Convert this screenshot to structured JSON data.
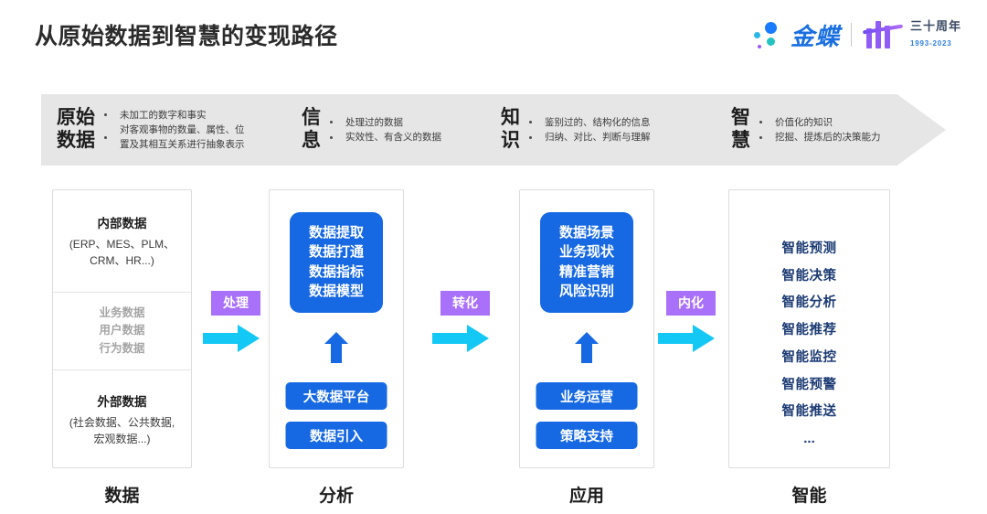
{
  "header": {
    "title": "从原始数据到智慧的变现路径",
    "logo": {
      "brand": "金蝶",
      "anniversary": "三十周年",
      "years": "1993-2023"
    }
  },
  "banner": {
    "stages": [
      {
        "name": "原始\n数据",
        "bullets": [
          "未加工的数字和事实",
          "对客观事物的数量、属性、位\n置及其相互关系进行抽象表示"
        ]
      },
      {
        "name": "信\n息",
        "bullets": [
          "处理过的数据",
          "实效性、有含义的数据"
        ]
      },
      {
        "name": "知\n识",
        "bullets": [
          "鉴别过的、结构化的信息",
          "归纳、对比、判断与理解"
        ]
      },
      {
        "name": "智\n慧",
        "bullets": [
          "价值化的知识",
          "挖掘、提炼后的决策能力"
        ]
      }
    ]
  },
  "columns": [
    {
      "label": "数据",
      "sections": {
        "internal_title": "内部数据",
        "internal_sub": "(ERP、MES、PLM、\nCRM、HR...)",
        "middle_items": [
          "业务数据",
          "用户数据",
          "行为数据"
        ],
        "external_title": "外部数据",
        "external_sub": "(社会数据、公共数据,\n宏观数据...)"
      }
    },
    {
      "label": "分析",
      "box_lines": "数据提取\n数据打通\n数据指标\n数据模型",
      "pills": [
        "大数据平台",
        "数据引入"
      ]
    },
    {
      "label": "应用",
      "box_lines": "数据场景\n业务现状\n精准营销\n风险识别",
      "pills": [
        "业务运营",
        "策略支持"
      ]
    },
    {
      "label": "智能",
      "items": [
        "智能预测",
        "智能决策",
        "智能分析",
        "智能推荐",
        "智能监控",
        "智能预警",
        "智能推送"
      ],
      "ellipsis": "..."
    }
  ],
  "connectors": [
    {
      "label": "处理"
    },
    {
      "label": "转化"
    },
    {
      "label": "内化"
    }
  ],
  "colors": {
    "blue": "#1668e3",
    "purple": "#a970fa",
    "cyan": "#14c8f5",
    "navy": "#1b3a73",
    "banner_gray": "#e6e6e6"
  }
}
